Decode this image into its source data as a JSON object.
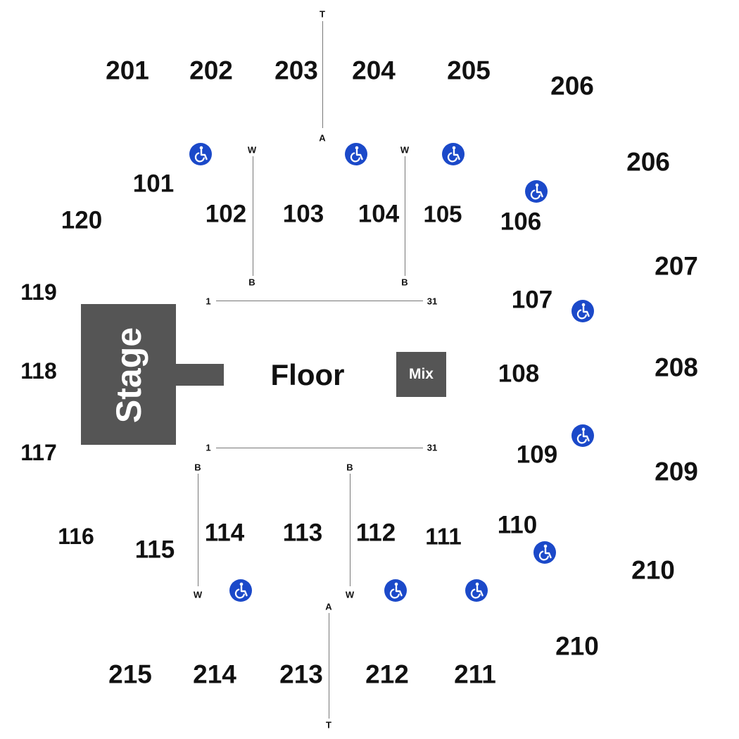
{
  "venue_map": {
    "stage": "Stage",
    "floor": "Floor",
    "mix": "Mix",
    "row_first": "1",
    "row_last": "31",
    "row_labels": {
      "t": "T",
      "a": "A",
      "w": "W",
      "b": "B"
    },
    "accessible_icon": "wheelchair-icon",
    "accessible_color": "#1b49c9",
    "fixture_color": "#555555",
    "sections": {
      "s201": "201",
      "s202": "202",
      "s203": "203",
      "s204": "204",
      "s205": "205",
      "s206a": "206",
      "s206b": "206",
      "s207": "207",
      "s208": "208",
      "s209": "209",
      "s210a": "210",
      "s210b": "210",
      "s211": "211",
      "s212": "212",
      "s213": "213",
      "s214": "214",
      "s215": "215",
      "s101": "101",
      "s102": "102",
      "s103": "103",
      "s104": "104",
      "s105": "105",
      "s106": "106",
      "s107": "107",
      "s108": "108",
      "s109": "109",
      "s110": "110",
      "s111": "111",
      "s112": "112",
      "s113": "113",
      "s114": "114",
      "s115": "115",
      "s116": "116",
      "s117": "117",
      "s118": "118",
      "s119": "119",
      "s120": "120"
    }
  }
}
